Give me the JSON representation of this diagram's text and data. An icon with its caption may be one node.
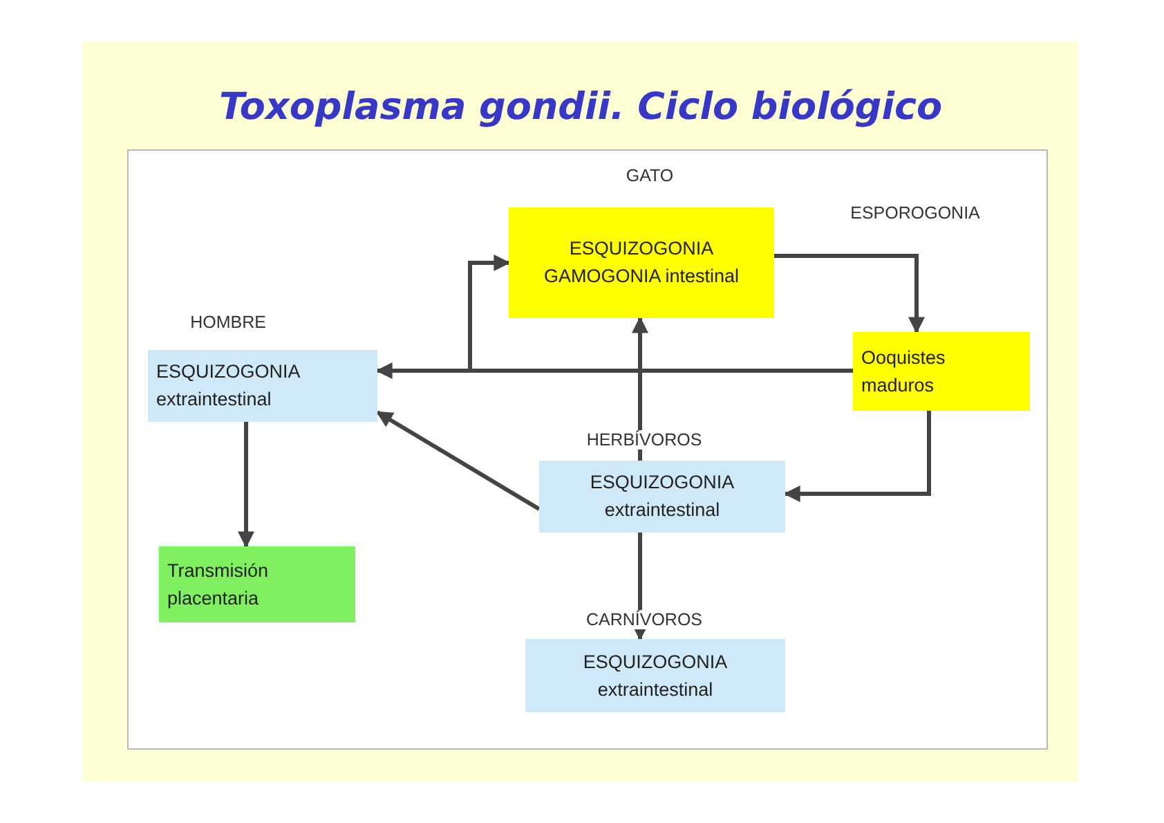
{
  "diagram": {
    "title": "Toxoplasma gondii. Ciclo biológico",
    "nodes": [
      {
        "text": [
          "ESQUIZOGONIA GAMOGONIA intestinal"
        ],
        "beside": [
          "GATO"
        ]
      },
      {
        "text": [
          "Ooquistes maduros"
        ]
      },
      {
        "text": [
          "ESQUIZOGONIA extraintestinal"
        ],
        "beside": [
          "HOMBRE"
        ]
      },
      {
        "text": [
          "ESQUIZOGONIA extraintestinal"
        ],
        "beside": [
          "HERBÍVOROS"
        ]
      },
      {
        "text": [
          "Transmisión placentaria"
        ]
      },
      {
        "text": [
          "ESQUIZOGONIA extraintestinal"
        ],
        "beside": [
          "CARNÍVOROS"
        ]
      }
    ],
    "edges": [
      {
        "from": 0,
        "to": 1,
        "arrow": "to",
        "label": "ESPOROGONIA"
      },
      {
        "from": 1,
        "to": 2,
        "arrow": "to"
      },
      {
        "from": 1,
        "to": 0,
        "arrow": "to"
      },
      {
        "from": 3,
        "to": 0,
        "arrow": "to"
      },
      {
        "from": 1,
        "to": 3,
        "arrow": "to"
      },
      {
        "from": 3,
        "to": 2,
        "arrow": "to"
      },
      {
        "from": 3,
        "to": 5,
        "arrow": "to"
      },
      {
        "from": 2,
        "to": 4,
        "arrow": "to"
      }
    ]
  }
}
